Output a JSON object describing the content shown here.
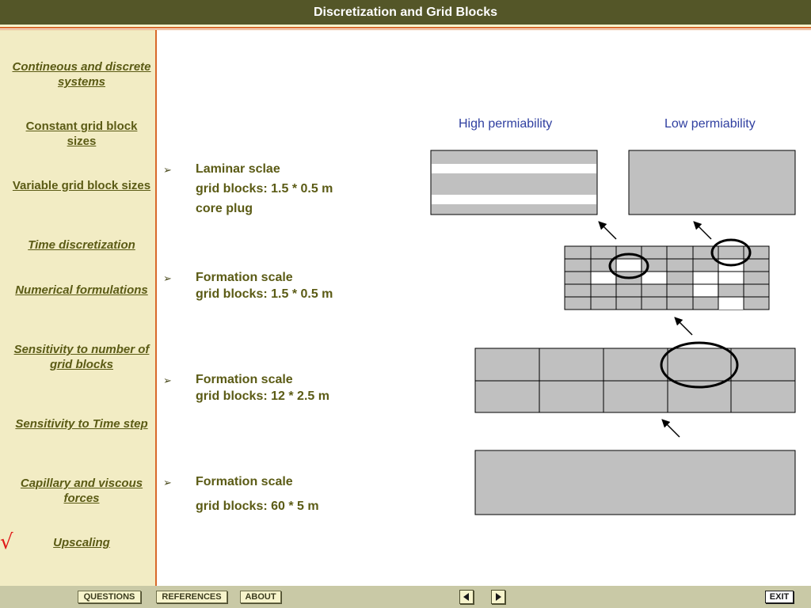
{
  "header": {
    "title": "Discretization and Grid Blocks"
  },
  "sidebar": {
    "items": [
      {
        "label": "Contineous and discrete systems",
        "italic": true
      },
      {
        "label": " Constant grid block sizes",
        "italic": false
      },
      {
        "label": "Variable grid  block sizes",
        "italic": false
      },
      {
        "label": "Time discretization",
        "italic": true
      },
      {
        "label": "Numerical formulations",
        "italic": true
      },
      {
        "label": "Sensitivity to number of grid blocks",
        "italic": true
      },
      {
        "label": "Sensitivity to Time step",
        "italic": true
      },
      {
        "label": "Capillary and viscous forces",
        "italic": true
      },
      {
        "label": "Upscaling",
        "italic": true
      }
    ],
    "current_mark": "√"
  },
  "content": {
    "bullet_symbol": "➢",
    "sections": [
      {
        "title": "Laminar sclae",
        "lines": [
          "grid blocks: 1.5 * 0.5 m",
          "core plug"
        ]
      },
      {
        "title": "Formation scale",
        "lines": [
          "grid blocks: 1.5 * 0.5 m"
        ]
      },
      {
        "title": "Formation scale",
        "lines": [
          "grid blocks: 12 * 2.5 m"
        ]
      },
      {
        "title": "Formation scale",
        "lines": [
          "grid blocks: 60 * 5 m"
        ]
      }
    ],
    "labels": {
      "high": "High permiability",
      "low": "Low permiability"
    }
  },
  "footer": {
    "questions": "QUESTIONS",
    "references": "REFERENCES",
    "about": "ABOUT",
    "exit": "EXIT"
  },
  "colors": {
    "header_bg": "#545628",
    "sidebar_bg": "#f2ecc4",
    "accent": "#d8692a",
    "link": "#5b5b15",
    "label_blue": "#2f3fa0",
    "block_gray": "#c0c0c0"
  }
}
